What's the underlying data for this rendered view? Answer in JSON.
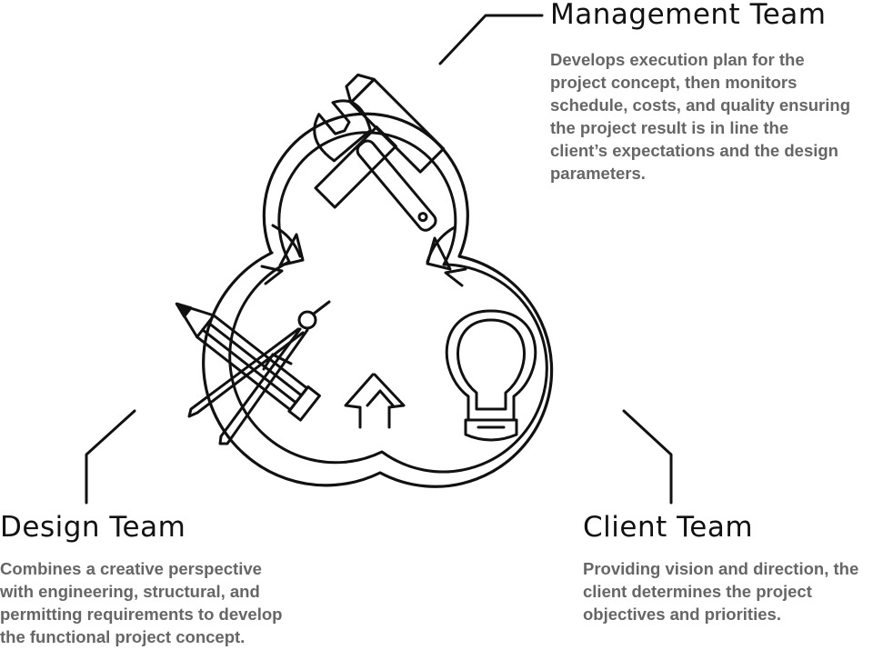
{
  "teams": {
    "management": {
      "title": "Management Team",
      "description": "Develops execution plan for the project concept, then monitors schedule, costs, and quality ensuring the project result is in line the client’s expectations and the design parameters.",
      "icon": "wrench-hammer-icon"
    },
    "design": {
      "title": "Design Team",
      "description": "Combines a creative perspective with engineering, structural, and permitting requirements to develop the functional project concept.",
      "icon": "pencil-compass-icon"
    },
    "client": {
      "title": "Client Team",
      "description": "Providing vision and direction, the client determines the project objectives and priorities.",
      "icon": "lightbulb-icon"
    }
  },
  "colors": {
    "stroke": "#111111",
    "title": "#111111",
    "description": "#666666",
    "background": "#ffffff"
  }
}
